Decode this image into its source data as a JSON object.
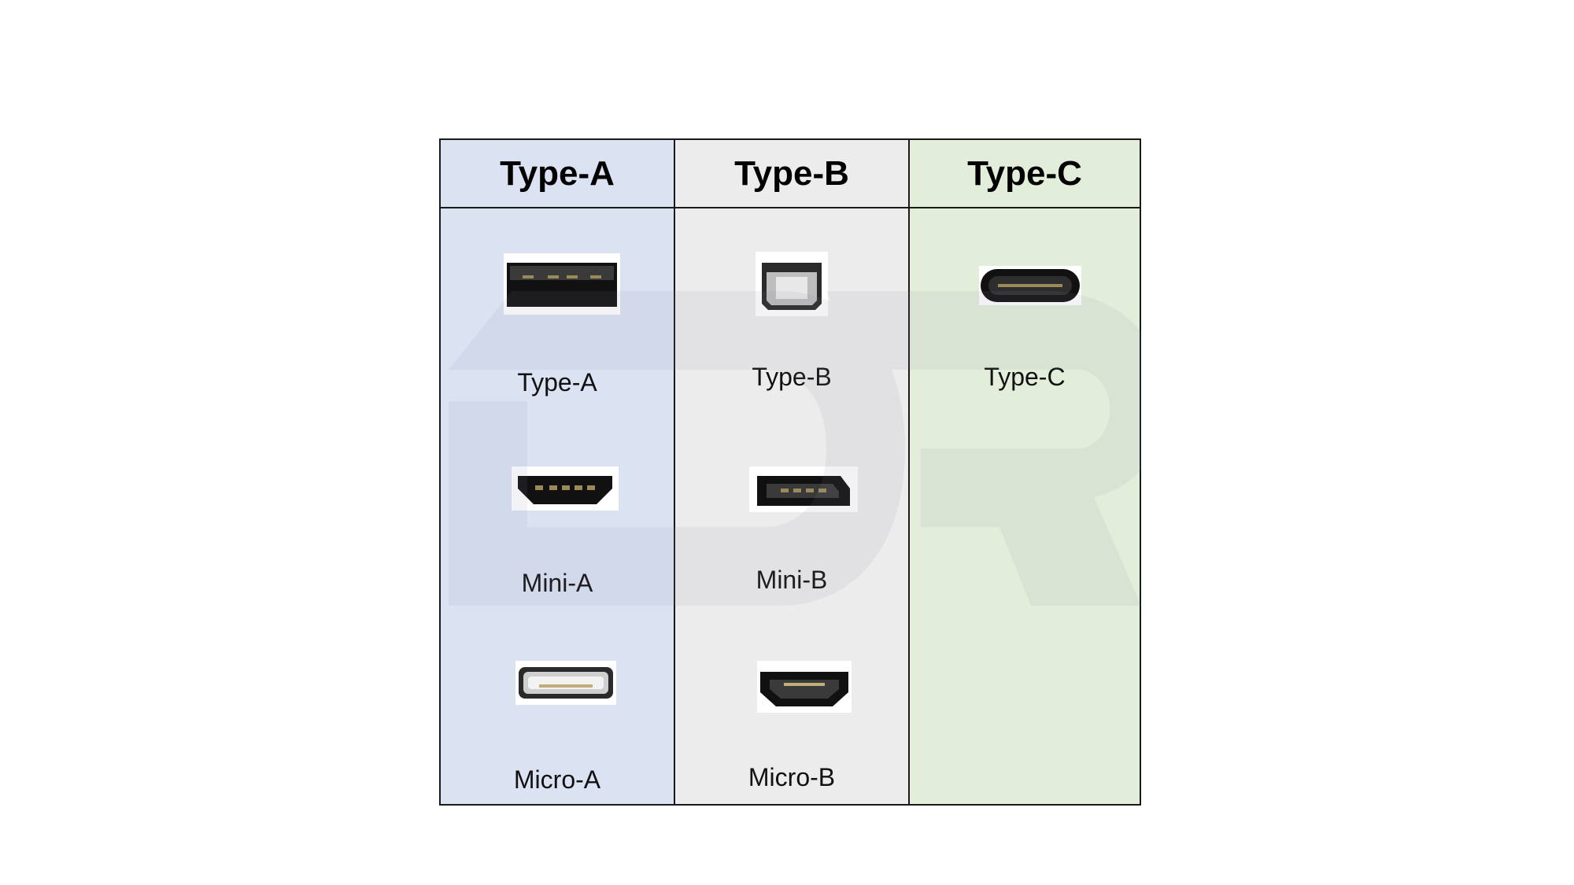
{
  "table": {
    "columns": [
      {
        "header": "Type-A",
        "connectors": [
          "Type-A",
          "Mini-A",
          "Micro-A"
        ]
      },
      {
        "header": "Type-B",
        "connectors": [
          "Type-B",
          "Mini-B",
          "Micro-B"
        ]
      },
      {
        "header": "Type-C",
        "connectors": [
          "Type-C"
        ]
      }
    ]
  },
  "colors": {
    "col_a_bg": "#dbe2f2",
    "col_b_bg": "#ececec",
    "col_c_bg": "#e2eed9",
    "border": "#1a1a1a"
  }
}
